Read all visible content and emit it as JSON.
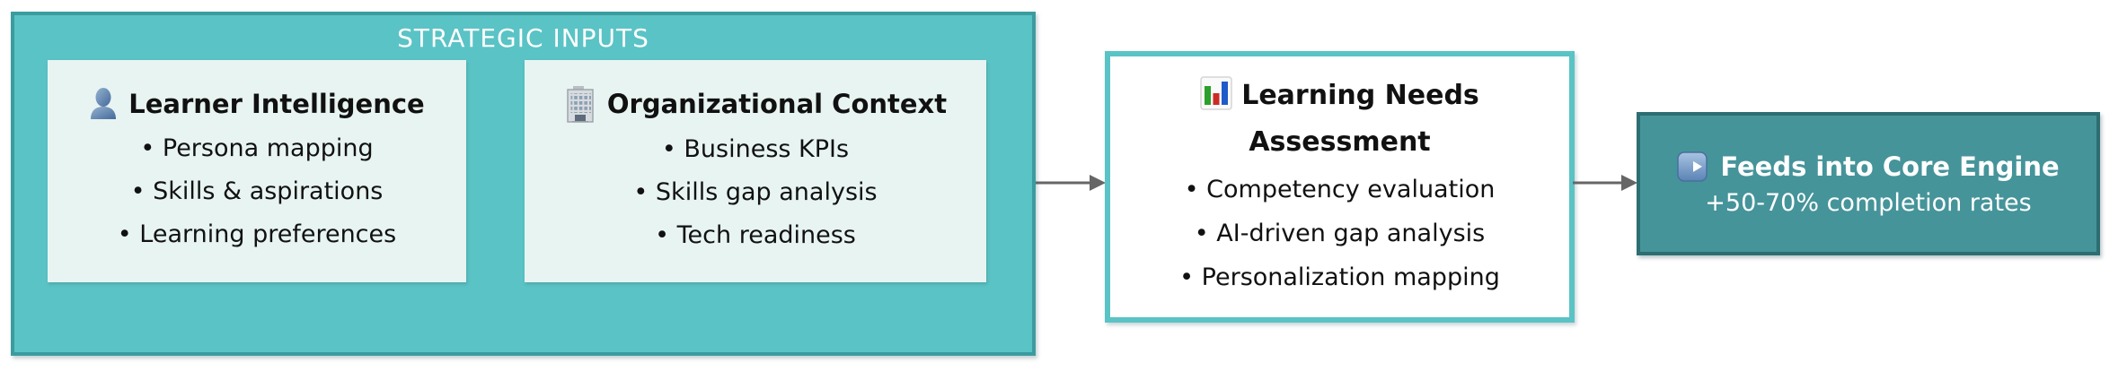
{
  "diagram": {
    "strategic": {
      "title": "STRATEGIC INPUTS",
      "boxes": [
        {
          "icon": "person-icon",
          "title": "Learner Intelligence",
          "bullets": [
            "Persona mapping",
            "Skills & aspirations",
            "Learning preferences"
          ]
        },
        {
          "icon": "office-building-icon",
          "title": "Organizational Context",
          "bullets": [
            "Business KPIs",
            "Skills gap analysis",
            "Tech readiness"
          ]
        }
      ]
    },
    "assessment": {
      "icon": "bar-chart-icon",
      "title": "Learning Needs Assessment",
      "bullets": [
        "Competency evaluation",
        "AI-driven gap analysis",
        "Personalization mapping"
      ]
    },
    "core_engine": {
      "icon": "arrow-right-button-icon",
      "title": "Feeds into Core Engine",
      "subtitle": "+50-70% completion rates"
    },
    "colors": {
      "container_fill": "#5AC3C5",
      "container_border": "#3B9C9F",
      "inner_box_fill": "#E8F4F2",
      "assessment_border": "#5AC3C5",
      "core_engine_fill": "#45949A",
      "core_engine_border": "#2D6E73",
      "arrow": "#666666",
      "header_text": "#FFFFFF",
      "body_text": "#111111"
    }
  }
}
